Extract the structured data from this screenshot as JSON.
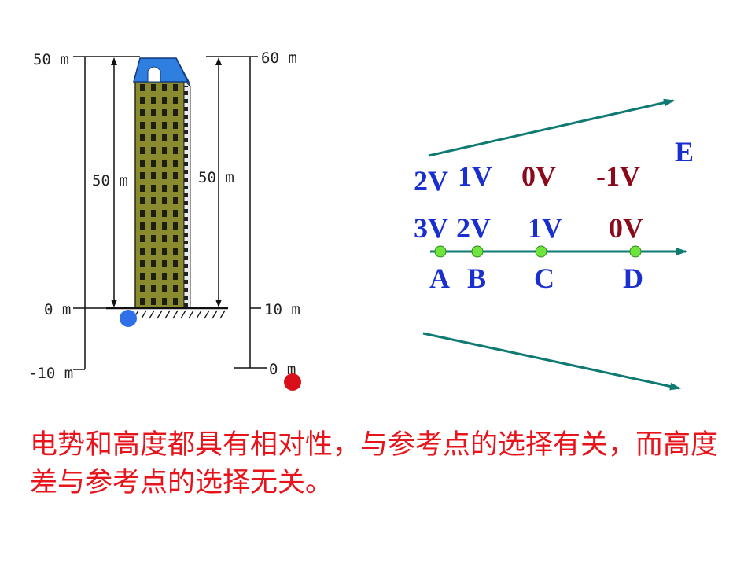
{
  "left_figure": {
    "left_axis": {
      "top": "50 m",
      "middle": "50 m",
      "zero": "0 m",
      "bottom": "-10 m"
    },
    "right_axis": {
      "top": "60 m",
      "middle": "50 m",
      "ten": "10 m",
      "zero": "0 m"
    },
    "building_color": "#8a8a2e",
    "roof_color": "#2f7fe0",
    "ref_point_left_color": "#2f6fe8",
    "ref_point_right_color": "#d9101a"
  },
  "field_figure": {
    "field_label": "E",
    "top_potentials": [
      "2V",
      "1V",
      "0V",
      "-1V"
    ],
    "bottom_potentials": [
      "3V",
      "2V",
      "1V",
      "0V"
    ],
    "points": [
      "A",
      "B",
      "C",
      "D"
    ],
    "field_line_color": "#0f7a72",
    "point_color": "#6ee43c"
  },
  "caption": "电势和高度都具有相对性，与参考点的选择有关，而高度差与参考点的选择无关。"
}
